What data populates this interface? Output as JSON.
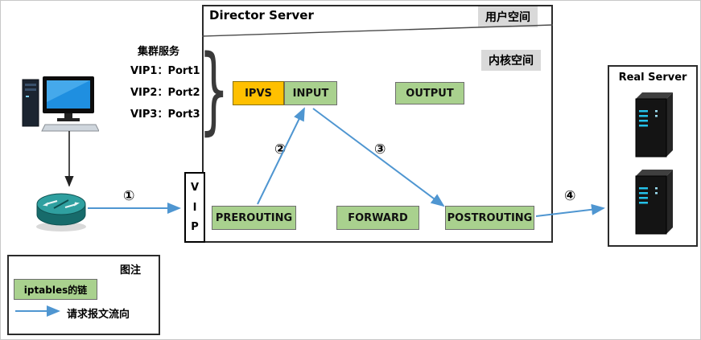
{
  "director": {
    "title": "Director Server",
    "user_space_label": "用户空间",
    "kernel_space_label": "内核空间"
  },
  "cluster": {
    "title": "集群服务",
    "brace": "}",
    "items": [
      "VIP1：Port1",
      "VIP2：Port2",
      "VIP3：Port3"
    ]
  },
  "chains": {
    "ipvs": "IPVS",
    "input": "INPUT",
    "output": "OUTPUT",
    "prerouting": "PREROUTING",
    "forward": "FORWARD",
    "postrouting": "POSTROUTING"
  },
  "vip": {
    "letters": [
      "V",
      "I",
      "P"
    ]
  },
  "real_server": {
    "title": "Real Server"
  },
  "flow": {
    "steps": [
      "①",
      "②",
      "③",
      "④"
    ]
  },
  "legend": {
    "title": "图注",
    "chain_label": "iptables的链",
    "flow_label": "请求报文流向"
  },
  "colors": {
    "chain_fill": "#a9d18e",
    "ipvs_fill": "#ffc000",
    "arrow_blue": "#4f96d1",
    "space_label_bg": "#d9d9d9"
  }
}
